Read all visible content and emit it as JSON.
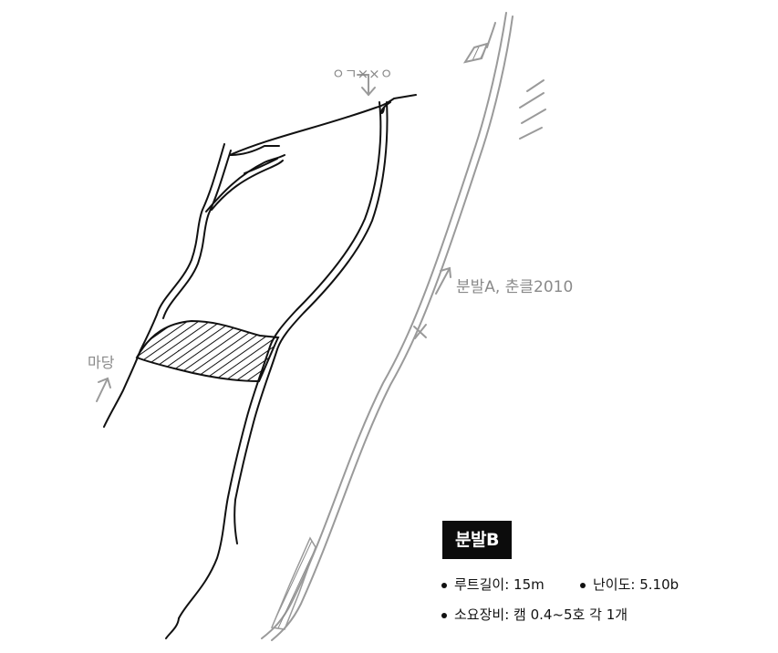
{
  "labels": {
    "anchor_marks": "ㅇㄱ××ㅇ",
    "neighbor_route": "분발A, 춘클2010",
    "ledge": "마당"
  },
  "route": {
    "name": "분발B",
    "length_label": "루트길이: 15m",
    "grade_label": "난이도: 5.10b",
    "gear_label": "소요장비: 캠 0.4~5호 각 1개"
  }
}
